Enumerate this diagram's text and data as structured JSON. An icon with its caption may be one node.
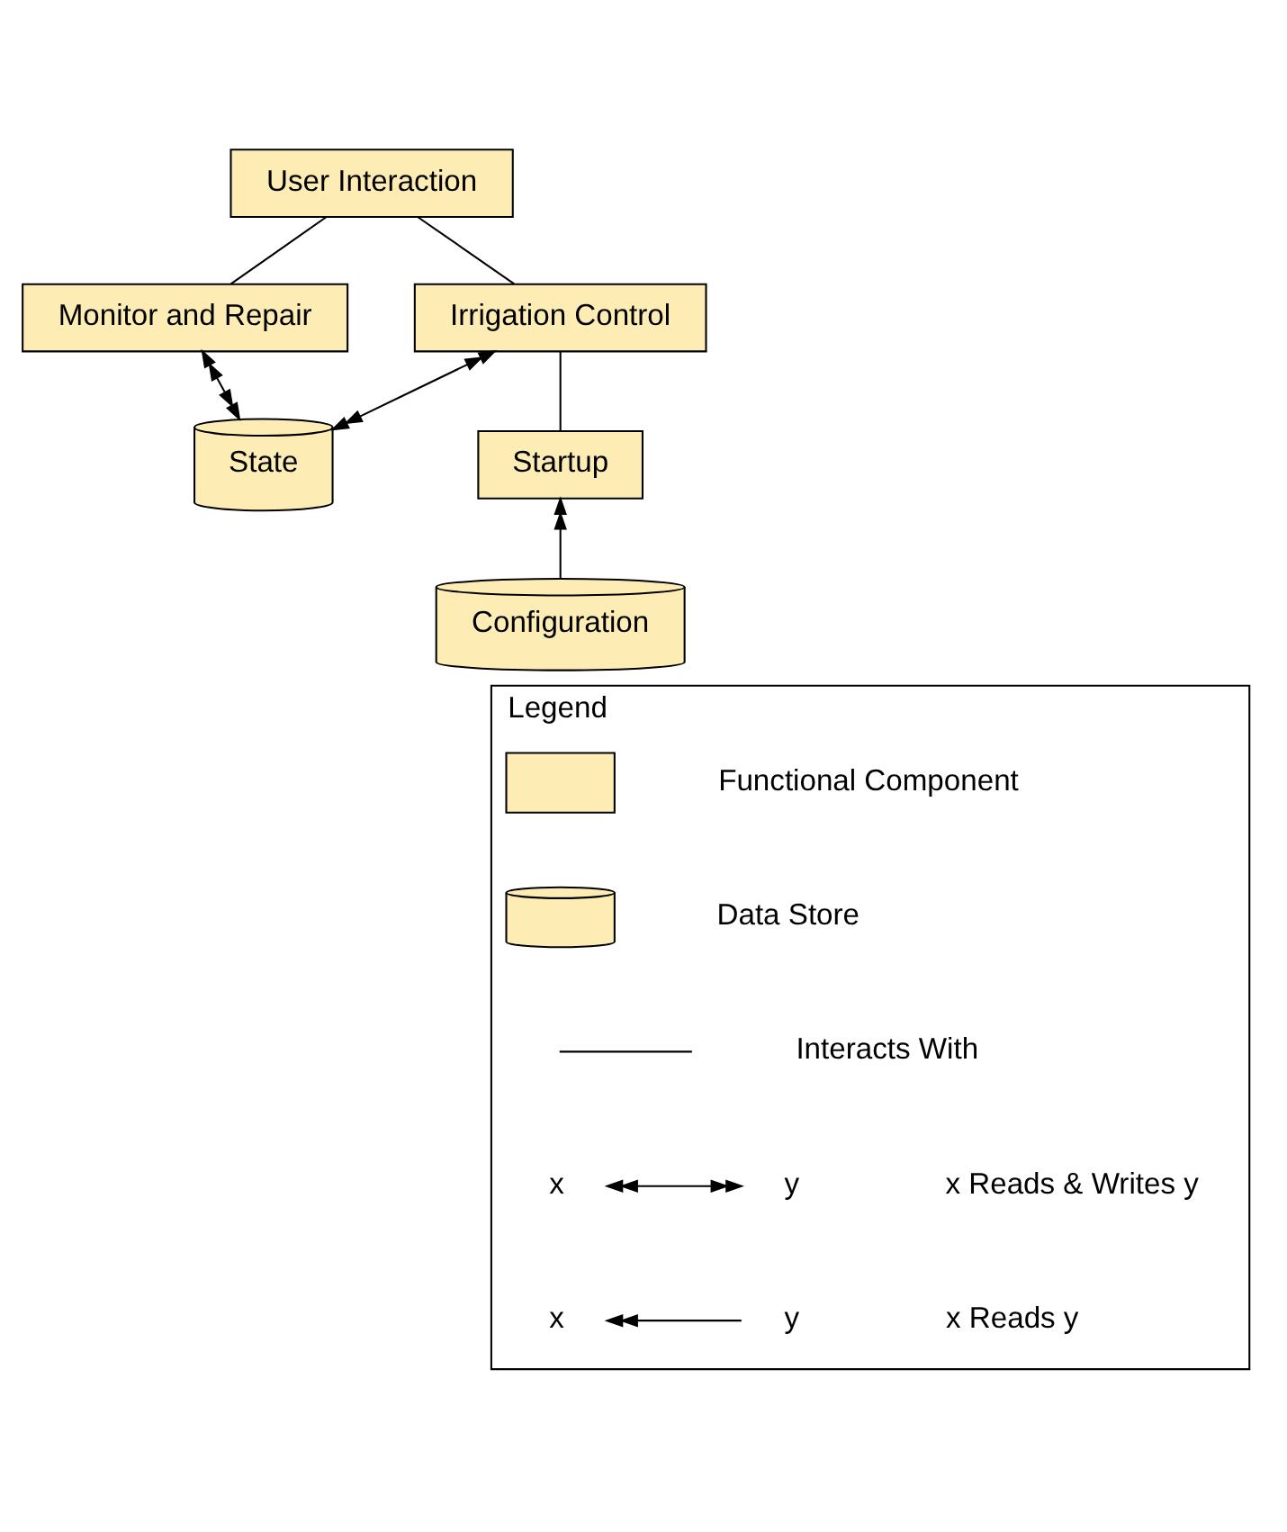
{
  "diagram": {
    "nodes": [
      {
        "text": [
          "User Interaction"
        ]
      },
      {
        "text": [
          "Monitor and Repair"
        ]
      },
      {
        "text": [
          "Irrigation Control"
        ]
      },
      {
        "text": [
          "State"
        ]
      },
      {
        "text": [
          "Startup"
        ]
      },
      {
        "text": [
          "Configuration"
        ]
      },
      {
        "text": [
          "Legend"
        ]
      },
      {
        "text": [],
        "shape": "box",
        "in": 6
      },
      {
        "text": [],
        "shape": "cylinder",
        "in": 6
      }
    ],
    "edges": [
      {
        "from": 0,
        "to": 1,
        "arrow": "none"
      },
      {
        "from": 0,
        "to": 2,
        "arrow": "none"
      },
      {
        "from": 1,
        "to": 3,
        "arrow": "both"
      },
      {
        "from": 2,
        "to": 3,
        "arrow": "both"
      },
      {
        "from": 2,
        "to": 4,
        "arrow": "none"
      },
      {
        "from": 5,
        "to": 4,
        "arrow": "to"
      }
    ],
    "labels": [
      "x",
      "y",
      "x",
      "y"
    ],
    "legend": [
      {
        "text": "Functional Component"
      },
      {
        "text": "Data Store"
      },
      {
        "text": "Interacts With"
      },
      {
        "text": "x Reads & Writes y"
      },
      {
        "text": "x Reads y"
      }
    ]
  }
}
